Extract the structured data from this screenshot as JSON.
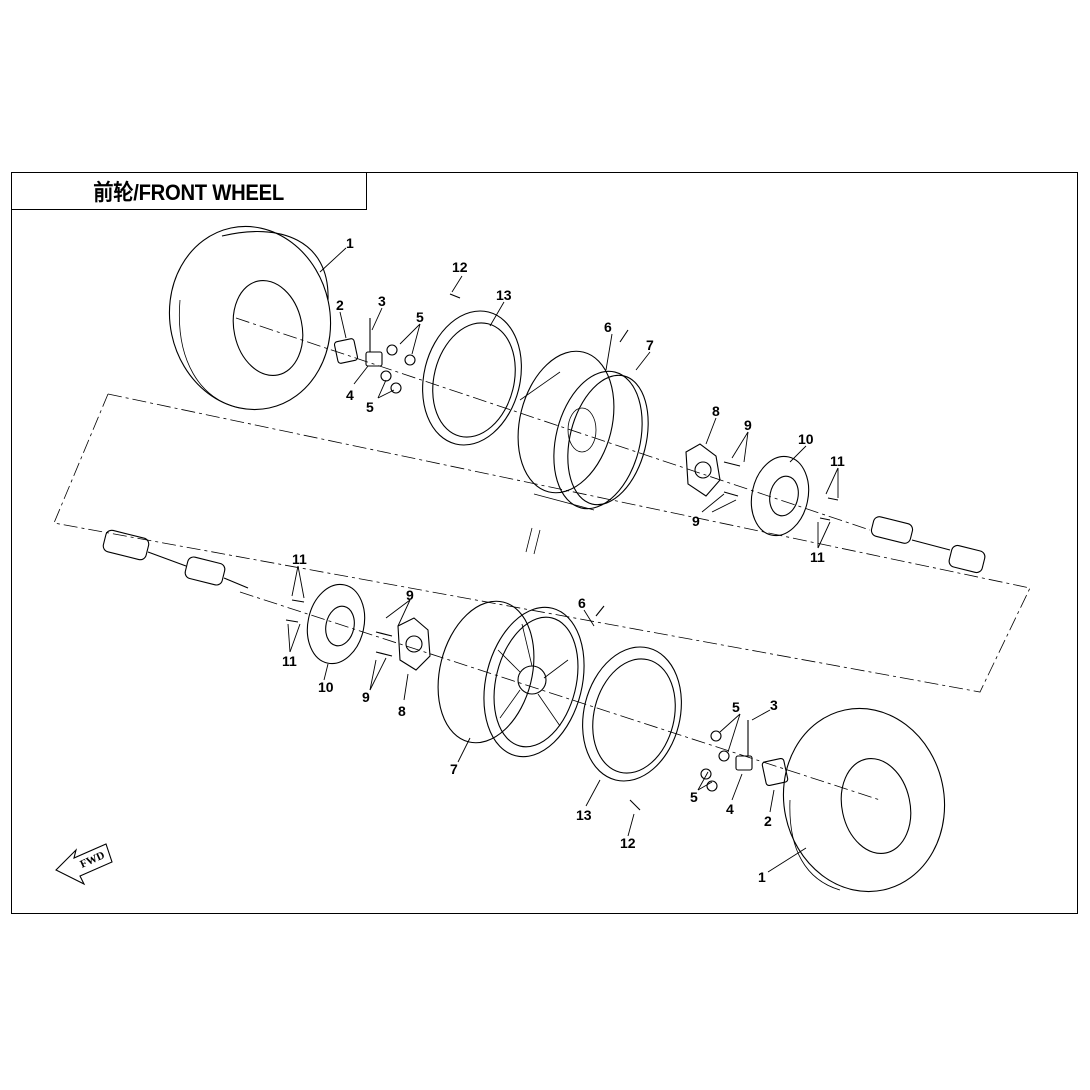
{
  "title": "前轮/FRONT WHEEL",
  "fwd_label": "FWD",
  "colors": {
    "line": "#000000",
    "background": "#ffffff"
  },
  "callouts": {
    "top": [
      {
        "id": "c-top-1",
        "text": "1"
      },
      {
        "id": "c-top-2",
        "text": "2"
      },
      {
        "id": "c-top-3",
        "text": "3"
      },
      {
        "id": "c-top-4",
        "text": "4"
      },
      {
        "id": "c-top-5a",
        "text": "5"
      },
      {
        "id": "c-top-5b",
        "text": "5"
      },
      {
        "id": "c-top-6",
        "text": "6"
      },
      {
        "id": "c-top-7",
        "text": "7"
      },
      {
        "id": "c-top-8",
        "text": "8"
      },
      {
        "id": "c-top-9a",
        "text": "9"
      },
      {
        "id": "c-top-9b",
        "text": "9"
      },
      {
        "id": "c-top-10",
        "text": "10"
      },
      {
        "id": "c-top-11a",
        "text": "11"
      },
      {
        "id": "c-top-11b",
        "text": "11"
      },
      {
        "id": "c-top-12",
        "text": "12"
      },
      {
        "id": "c-top-13",
        "text": "13"
      }
    ],
    "bottom": [
      {
        "id": "c-bot-1",
        "text": "1"
      },
      {
        "id": "c-bot-2",
        "text": "2"
      },
      {
        "id": "c-bot-3",
        "text": "3"
      },
      {
        "id": "c-bot-4",
        "text": "4"
      },
      {
        "id": "c-bot-5a",
        "text": "5"
      },
      {
        "id": "c-bot-5b",
        "text": "5"
      },
      {
        "id": "c-bot-6",
        "text": "6"
      },
      {
        "id": "c-bot-7",
        "text": "7"
      },
      {
        "id": "c-bot-8",
        "text": "8"
      },
      {
        "id": "c-bot-9a",
        "text": "9"
      },
      {
        "id": "c-bot-9b",
        "text": "9"
      },
      {
        "id": "c-bot-10",
        "text": "10"
      },
      {
        "id": "c-bot-11a",
        "text": "11"
      },
      {
        "id": "c-bot-11b",
        "text": "11"
      },
      {
        "id": "c-bot-12",
        "text": "12"
      },
      {
        "id": "c-bot-13",
        "text": "13"
      }
    ]
  }
}
